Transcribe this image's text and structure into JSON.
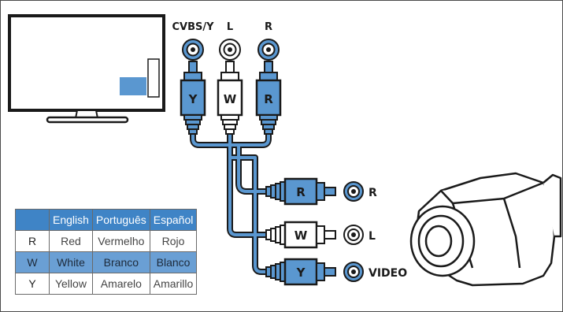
{
  "top_labels": {
    "cvbs": "CVBS/Y",
    "left": "L",
    "right": "R"
  },
  "plug_letters": {
    "y": "Y",
    "w": "W",
    "r": "R"
  },
  "side_labels": {
    "r": "R",
    "l": "L",
    "video": "VIDEO"
  },
  "legend": {
    "headers": [
      "English",
      "Português",
      "Español"
    ],
    "rows": [
      {
        "key": "R",
        "values": [
          "Red",
          "Vermelho",
          "Rojo"
        ],
        "highlight": false
      },
      {
        "key": "W",
        "values": [
          "White",
          "Branco",
          "Blanco"
        ],
        "highlight": true
      },
      {
        "key": "Y",
        "values": [
          "Yellow",
          "Amarelo",
          "Amarillo"
        ],
        "highlight": false
      }
    ]
  },
  "colors": {
    "blue": "#3f84c6",
    "light_blue": "#6a9fd4",
    "dark_blue": "#1e3f66",
    "cable_blue": "#5a97d0"
  }
}
